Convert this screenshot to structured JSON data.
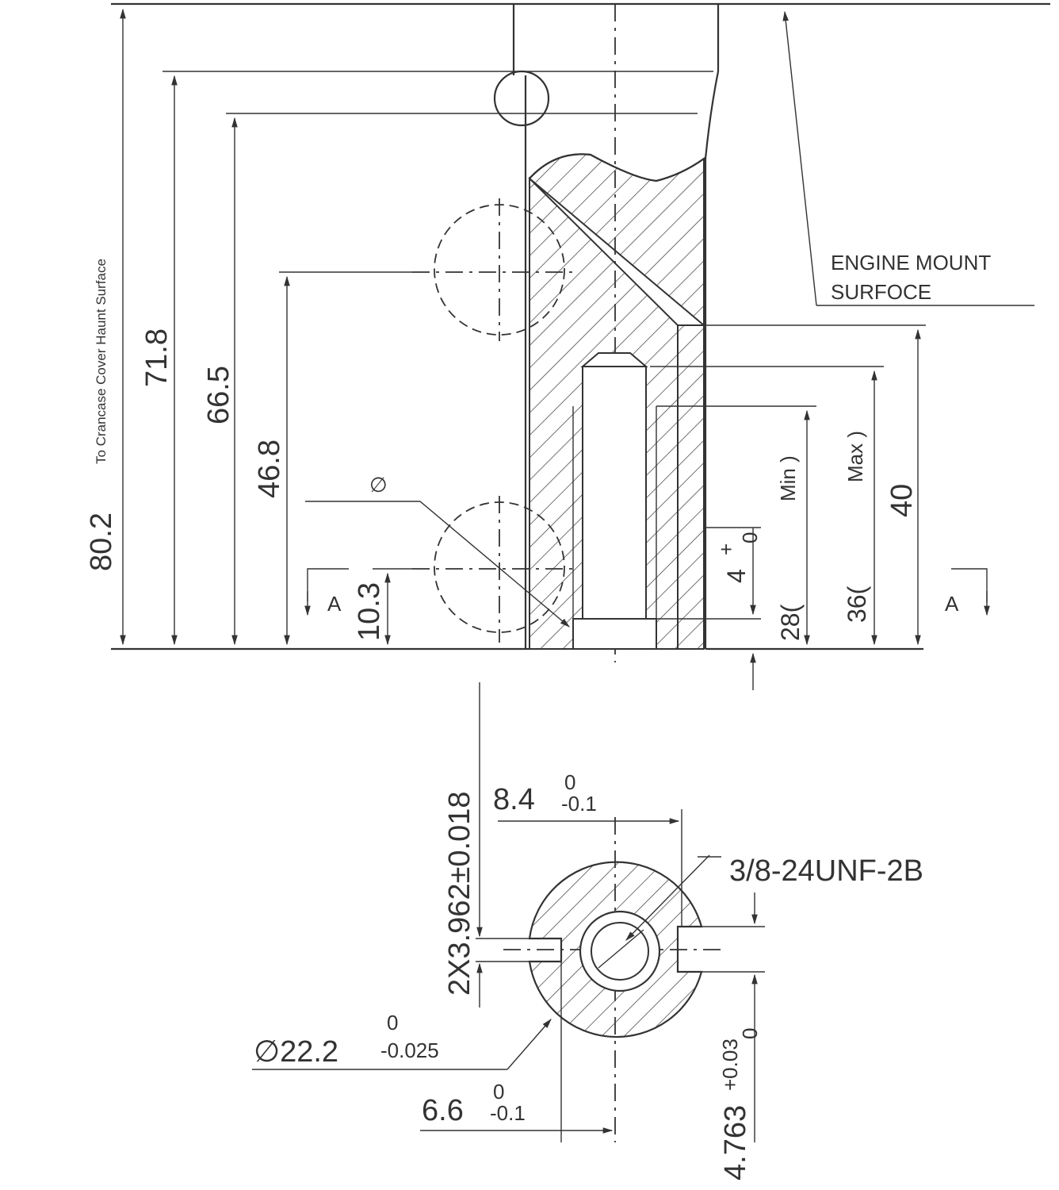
{
  "side_view": {
    "dim_80_2": "80.2",
    "note_crankcase": "To Crancase Cover Haunt Surface",
    "dim_71_8": "71.8",
    "dim_66_5": "66.5",
    "dim_46_8": "46.8",
    "dim_10_3": "10.3",
    "dia_symbol": "∅",
    "dim_4": "4",
    "tol_4_plus": "+",
    "tol_4_zero": "0",
    "dim_28": "28(",
    "dim_min": "Min )",
    "dim_36": "36(",
    "dim_max": "Max )",
    "dim_40": "40",
    "engine_mount_1": "ENGINE MOUNT",
    "engine_mount_2": "SURFOCE",
    "section_left": "A",
    "section_right": "A"
  },
  "section_view": {
    "dim_key_width": "2X3.962±0.018",
    "dim_8_4": "8.4",
    "tol_8_4_upper": "0",
    "tol_8_4_lower": "-0.1",
    "thread": "3/8-24UNF-2B",
    "dim_22_2": "∅22.2",
    "tol_22_2_upper": "0",
    "tol_22_2_lower": "-0.025",
    "dim_6_6": "6.6",
    "tol_6_6_upper": "0",
    "tol_6_6_lower": "-0.1",
    "dim_4_763": "4.763",
    "tol_4_763_upper": "+0.03",
    "tol_4_763_lower": "0"
  }
}
